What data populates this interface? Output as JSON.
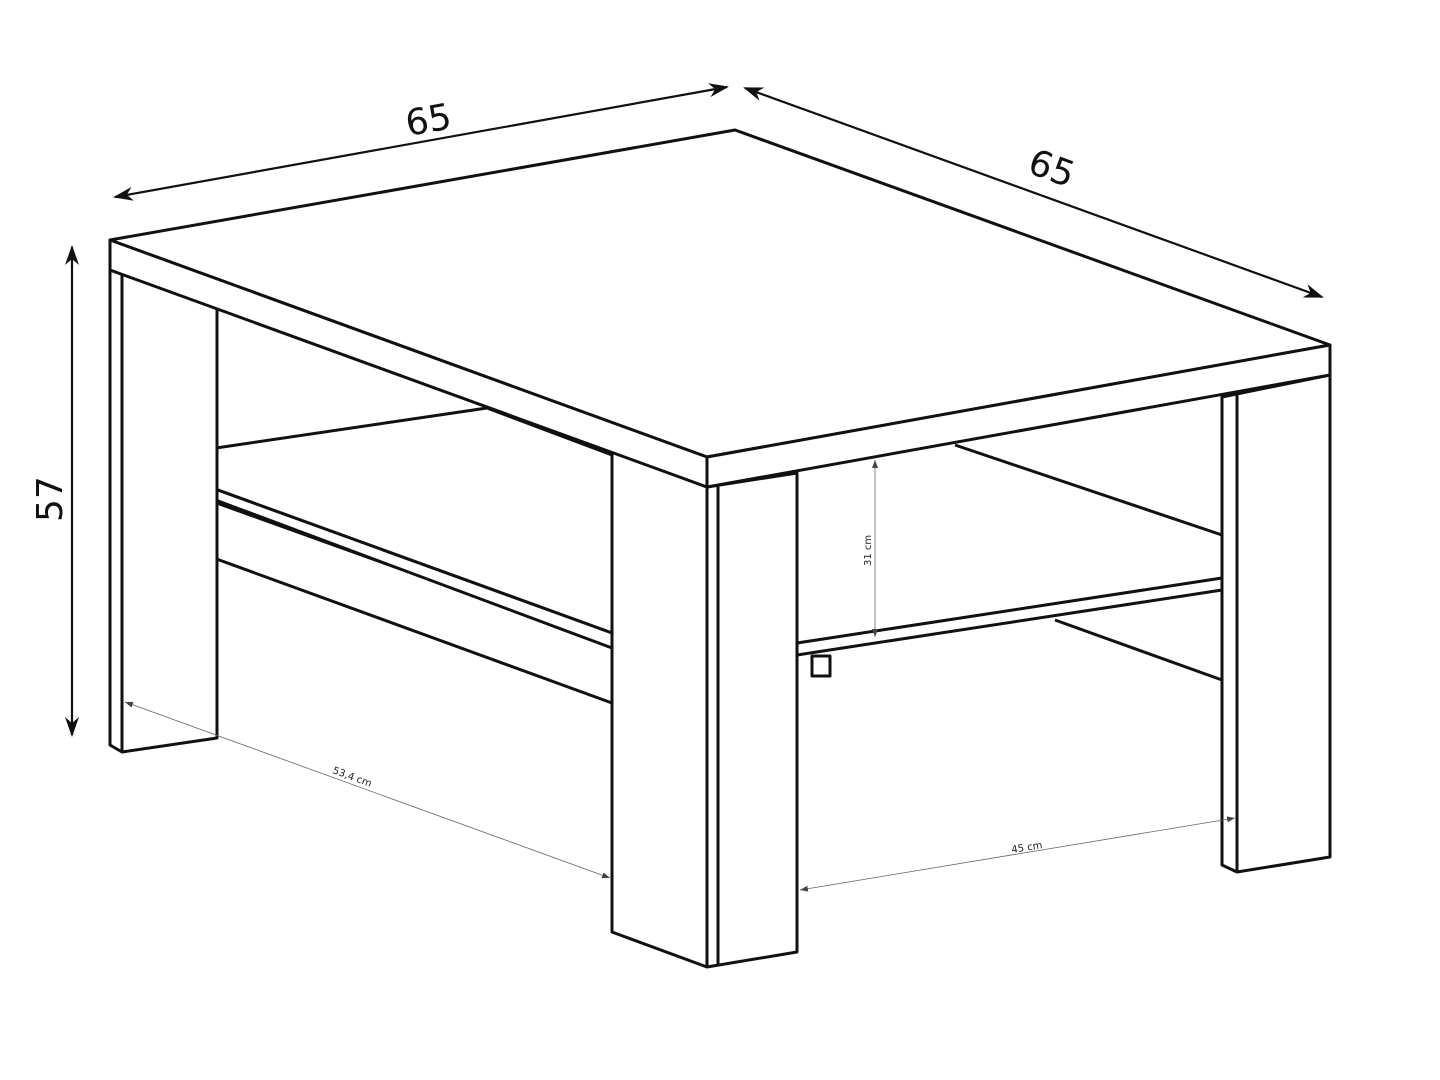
{
  "dimensions": {
    "width_label": "65",
    "depth_label": "65",
    "height_label": "57",
    "shelf_height_label": "31 cm",
    "leg_gap_side_label": "53,4 cm",
    "leg_gap_front_label": "45 cm"
  },
  "colors": {
    "line": "#111111",
    "background": "#ffffff"
  }
}
